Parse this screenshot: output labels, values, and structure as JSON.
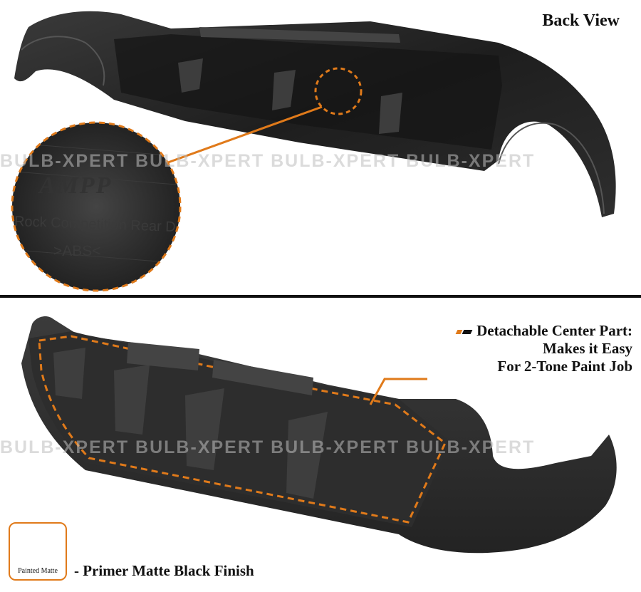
{
  "labels": {
    "back_view": "Back View",
    "callout_line1": "Detachable Center Part:",
    "callout_line2": "Makes it Easy",
    "callout_line3": "For 2-Tone Paint Job",
    "finish": "- Primer Matte Black Finish",
    "badge": "Painted Matte"
  },
  "watermark": {
    "top": "BULB-XPERT BULB-XPERT BULB-XPERT BULB-XPERT",
    "bottom": "BULB-XPERT BULB-XPERT BULB-XPERT BULB-XPERT"
  },
  "stamp": {
    "logo": "AMPP",
    "line": "Rock Competition Rear D",
    "material": ">ABS<"
  },
  "colors": {
    "accent": "#e07a1a",
    "product": "#262626",
    "divider": "#111111"
  },
  "icons": {
    "badge_icon": "spray-gun-icon"
  }
}
